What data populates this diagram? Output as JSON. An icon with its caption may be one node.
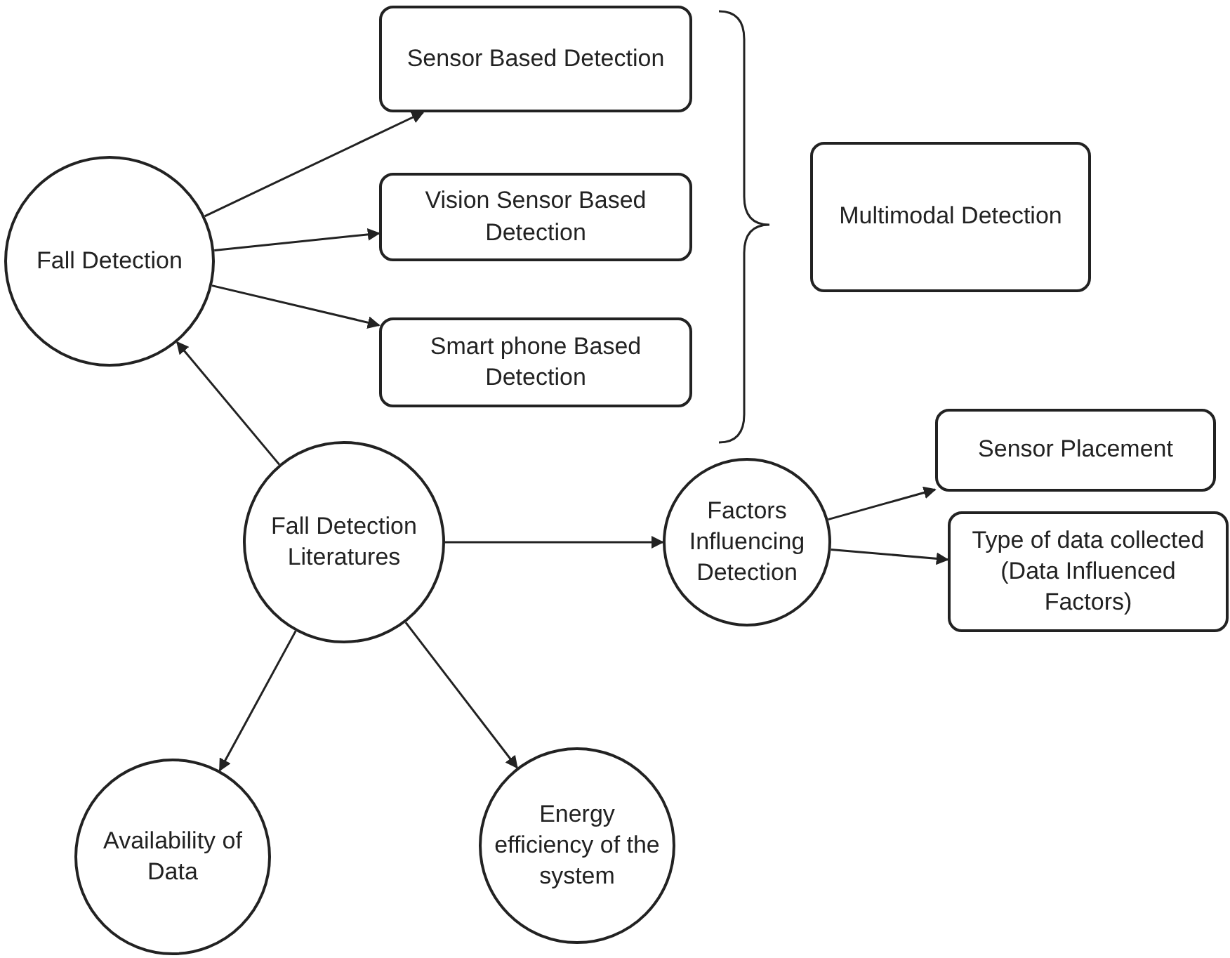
{
  "diagram": {
    "nodes": [
      {
        "text": [
          "Fall Detection"
        ]
      },
      {
        "text": [
          "Sensor Based Detection"
        ]
      },
      {
        "text": [
          "Vision Sensor Based Detection"
        ]
      },
      {
        "text": [
          "Smart phone Based Detection"
        ]
      },
      {
        "text": [
          "Multimodal Detection"
        ]
      },
      {
        "text": [
          "Sensor Placement"
        ]
      },
      {
        "text": [
          "Fall Detection Literatures"
        ]
      },
      {
        "text": [
          "Factors Influencing Detection"
        ]
      },
      {
        "text": [
          "Type of data collected (Data Influenced Factors)"
        ]
      },
      {
        "text": [
          "Availability of Data"
        ]
      },
      {
        "text": [
          "Energy efficiency of the system"
        ]
      }
    ],
    "edges": [
      {
        "from": 0,
        "to": 1,
        "arrow": "to"
      },
      {
        "from": 0,
        "to": 2,
        "arrow": "to"
      },
      {
        "from": 0,
        "to": 3,
        "arrow": "to"
      },
      {
        "from": 6,
        "to": 0,
        "arrow": "to"
      },
      {
        "from": 6,
        "to": 7,
        "arrow": "to"
      },
      {
        "from": 7,
        "to": 5,
        "arrow": "to"
      },
      {
        "from": 7,
        "to": 8,
        "arrow": "to"
      },
      {
        "from": 6,
        "to": 9,
        "arrow": "to"
      },
      {
        "from": 6,
        "to": 10,
        "arrow": "to"
      }
    ]
  }
}
